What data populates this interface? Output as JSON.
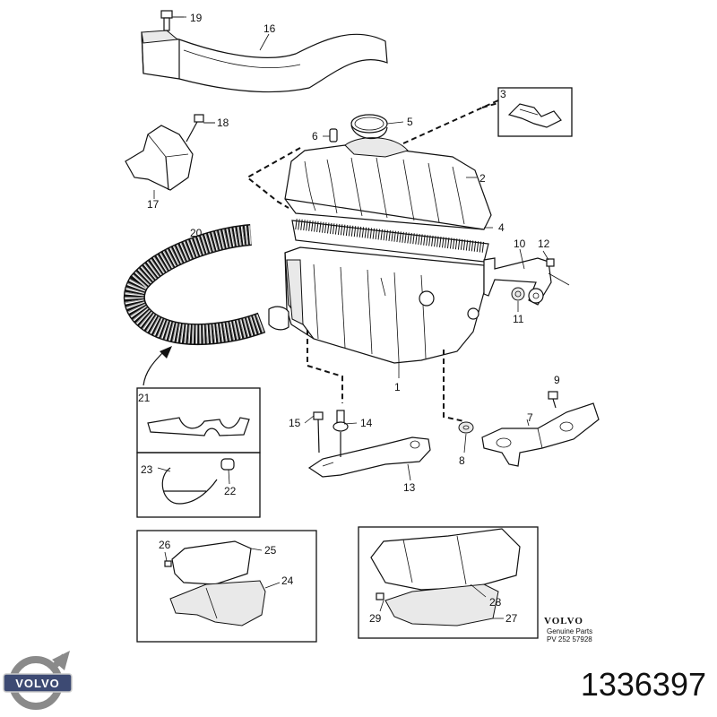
{
  "part_labels": {
    "p1": "1",
    "p2": "2",
    "p3": "3",
    "p4": "4",
    "p5": "5",
    "p6": "6",
    "p7": "7",
    "p8": "8",
    "p9": "9",
    "p10": "10",
    "p11": "11",
    "p12": "12",
    "p13": "13",
    "p14": "14",
    "p15": "15",
    "p16": "16",
    "p17": "17",
    "p18": "18",
    "p19": "19",
    "p20": "20",
    "p21": "21",
    "p22": "22",
    "p23": "23",
    "p24": "24",
    "p25": "25",
    "p26": "26",
    "p27": "27",
    "p28": "28",
    "p29": "29"
  },
  "brand_box": {
    "brand": "VOLVO",
    "line1": "Genuine Parts",
    "line2": "PV 252 57928"
  },
  "logo": {
    "text": "VOLVO"
  },
  "part_number": "1336397"
}
